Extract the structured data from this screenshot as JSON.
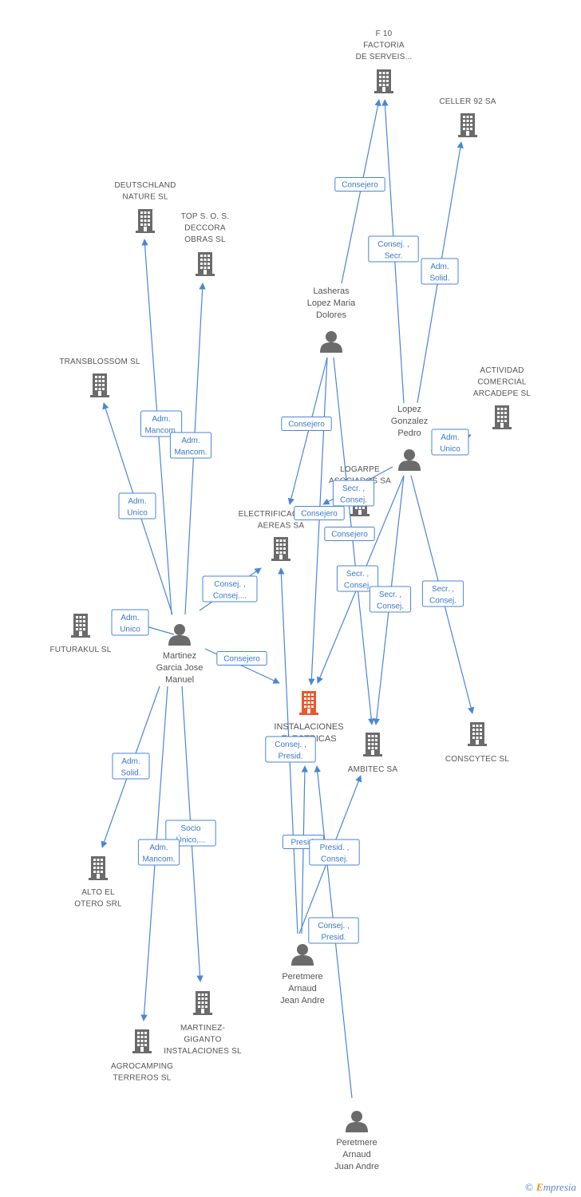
{
  "colors": {
    "edge": "#4a86d6",
    "company": "#6b6b6b",
    "focus_company": "#e8582a",
    "person": "#6b6b6b",
    "label_text": "#555555"
  },
  "nodes": [
    {
      "id": "f10",
      "type": "company",
      "lines": [
        "F 10",
        "FACTORIA",
        "DE SERVEIS..."
      ]
    },
    {
      "id": "celler",
      "type": "company",
      "lines": [
        "CELLER 92 SA"
      ]
    },
    {
      "id": "deutschland",
      "type": "company",
      "lines": [
        "DEUTSCHLAND",
        "NATURE SL"
      ]
    },
    {
      "id": "tops",
      "type": "company",
      "lines": [
        "TOP S.  O. S.",
        "DECCORA",
        "OBRAS SL"
      ]
    },
    {
      "id": "lasheras",
      "type": "person",
      "lines": [
        "Lasheras",
        "Lopez Maria",
        "Dolores"
      ]
    },
    {
      "id": "transblossom",
      "type": "company",
      "lines": [
        "TRANSBLOSSOM SL"
      ]
    },
    {
      "id": "actividad",
      "type": "company",
      "lines": [
        "ACTIVIDAD",
        "COMERCIAL",
        "ARCADEPE SL"
      ]
    },
    {
      "id": "lopez",
      "type": "person",
      "lines": [
        "Lopez",
        "Gonzalez",
        "Pedro"
      ]
    },
    {
      "id": "logarpe",
      "type": "company",
      "lines": [
        "LOGARPE",
        "ASOCIADOS SA"
      ]
    },
    {
      "id": "electrificaciones",
      "type": "company",
      "lines": [
        "ELECTRIFICACIONES",
        "AEREAS SA"
      ]
    },
    {
      "id": "futurakul",
      "type": "company",
      "lines": [
        "FUTURAKUL SL"
      ]
    },
    {
      "id": "martinez",
      "type": "person",
      "lines": [
        "Martinez",
        "Garcia Jose",
        "Manuel"
      ]
    },
    {
      "id": "instalaciones",
      "type": "focus",
      "lines": [
        "INSTALACIONES",
        "ELECTRICAS"
      ]
    },
    {
      "id": "ambitec",
      "type": "company",
      "lines": [
        "AMBITEC SA"
      ]
    },
    {
      "id": "conscytec",
      "type": "company",
      "lines": [
        "CONSCYTEC SL"
      ]
    },
    {
      "id": "alto",
      "type": "company",
      "lines": [
        "ALTO EL",
        "OTERO SRL"
      ]
    },
    {
      "id": "peretmere_ja",
      "type": "person",
      "lines": [
        "Peretmere",
        "Arnaud",
        "Jean Andre"
      ]
    },
    {
      "id": "martinez_giganto",
      "type": "company",
      "lines": [
        "MARTINEZ-",
        "GIGANTO",
        "INSTALACIONES SL"
      ]
    },
    {
      "id": "agrocamping",
      "type": "company",
      "lines": [
        "AGROCAMPING",
        "TERREROS SL"
      ]
    },
    {
      "id": "peretmere_jua",
      "type": "person",
      "lines": [
        "Peretmere",
        "Arnaud",
        "Juan Andre"
      ]
    }
  ],
  "edge_labels": [
    {
      "id": "e1",
      "lines": [
        "Consejero"
      ]
    },
    {
      "id": "e2",
      "lines": [
        "Consej. ,",
        "Secr."
      ]
    },
    {
      "id": "e3",
      "lines": [
        "Adm.",
        "Solid."
      ]
    },
    {
      "id": "e4",
      "lines": [
        "Adm.",
        "Mancom."
      ]
    },
    {
      "id": "e5",
      "lines": [
        "Adm.",
        "Mancom."
      ]
    },
    {
      "id": "e6",
      "lines": [
        "Consejero"
      ]
    },
    {
      "id": "e7",
      "lines": [
        "Adm.",
        "Unico"
      ]
    },
    {
      "id": "e8",
      "lines": [
        "Adm.",
        "Unico"
      ]
    },
    {
      "id": "e9",
      "lines": [
        "Secr. ,",
        "Consej."
      ]
    },
    {
      "id": "e10",
      "lines": [
        "Consejero"
      ]
    },
    {
      "id": "e11",
      "lines": [
        "Consejero"
      ]
    },
    {
      "id": "e12",
      "lines": [
        "Consej. ,",
        "Consej...."
      ]
    },
    {
      "id": "e13",
      "lines": [
        "Secr. ,",
        "Consej."
      ]
    },
    {
      "id": "e14",
      "lines": [
        "Secr. ,",
        "Consej."
      ]
    },
    {
      "id": "e15",
      "lines": [
        "Secr. ,",
        "Consej."
      ]
    },
    {
      "id": "e16",
      "lines": [
        "Adm.",
        "Unico"
      ]
    },
    {
      "id": "e17",
      "lines": [
        "Consejero"
      ]
    },
    {
      "id": "e18",
      "lines": [
        "Consej. ,",
        "Presid."
      ]
    },
    {
      "id": "e19",
      "lines": [
        "Adm.",
        "Solid."
      ]
    },
    {
      "id": "e20",
      "lines": [
        "Socio",
        "Único,..."
      ]
    },
    {
      "id": "e21",
      "lines": [
        "Adm.",
        "Mancom."
      ]
    },
    {
      "id": "e22",
      "lines": [
        "Presid."
      ]
    },
    {
      "id": "e23",
      "lines": [
        "Presid. ,",
        "Consej."
      ]
    },
    {
      "id": "e24",
      "lines": [
        "Consej. ,",
        "Presid."
      ]
    }
  ],
  "brand": {
    "copyright": "©",
    "name_initial": "E",
    "name_rest": "mpresia"
  }
}
